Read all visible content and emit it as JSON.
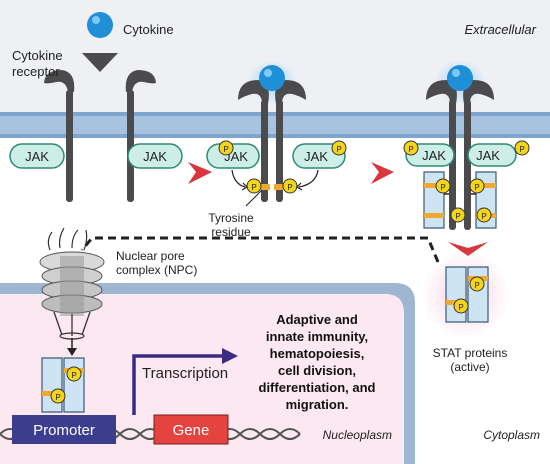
{
  "labels": {
    "cytokine": "Cytokine",
    "cytokine_receptor_line1": "Cytokine",
    "cytokine_receptor_line2": "receptor",
    "extracellular": "Extracellular",
    "jak": "JAK",
    "p": "P",
    "tyrosine_line1": "Tyrosine",
    "tyrosine_line2": "residue",
    "npc_line1": "Nuclear pore",
    "npc_line2": "complex (NPC)",
    "transcription": "Transcription",
    "outcomes": [
      "Adaptive and",
      "innate immunity,",
      "hematopoiesis,",
      "cell division,",
      "differentiation, and",
      "migration."
    ],
    "stat_line1": "STAT proteins",
    "stat_line2": "(active)",
    "promoter": "Promoter",
    "gene": "Gene",
    "nucleoplasm": "Nucleoplasm",
    "cytoplasm": "Cytoplasm"
  },
  "colors": {
    "extracellular_bg": "#eef0f4",
    "membrane": "#a8c3e0",
    "membrane_dark": "#7fa5cf",
    "cytokine": "#1f8fd8",
    "receptor": "#4b4b4d",
    "jak_fill": "#cdeee6",
    "jak_stroke": "#2e8a78",
    "phospho": "#f4d51c",
    "stat_fill": "#cfe4f3",
    "stat_band": "#f0a830",
    "arrow_red": "#d9353d",
    "promoter": "#3d3d8f",
    "gene": "#e4433f",
    "transcription_arrow": "#3a2a84",
    "nucleus_fill": "#fbe8f1",
    "nuclear_envelope": "#9fb6d2"
  }
}
